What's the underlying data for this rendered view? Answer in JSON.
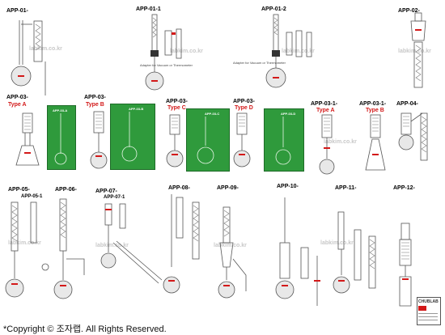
{
  "labels": {
    "app01": "APP-01-",
    "app01_1": "APP-01-1",
    "app01_2": "APP-01-2",
    "app02": "APP-02-",
    "app03a": "APP-03-",
    "app03b": "APP-03-",
    "app03c": "APP-03-",
    "app03d": "APP-03-",
    "app03_1a": "APP-03-1-",
    "app03_1b": "APP-03-1-",
    "app04": "APP-04-",
    "app05": "APP-05-",
    "app05_1": "APP-05-1",
    "app06": "APP-06-",
    "app07": "APP-07-",
    "app07_1": "APP-07-1",
    "app08": "APP-08-",
    "app09": "APP-09-",
    "app10": "APP-10-",
    "app11": "APP-11-",
    "app12": "APP-12-"
  },
  "types": {
    "a": "Type A",
    "b": "Type B",
    "c": "Type C",
    "d": "Type D"
  },
  "photo_labels": {
    "a": "APP-03-A",
    "b": "APP-03-B",
    "c": "APP-03-C",
    "d": "APP-03-D"
  },
  "notes": {
    "adapter": "Adapter for Vacuum or Thermometer"
  },
  "watermark": "labkim.co.kr",
  "footer": "*Copyright © 조자랩.    All Rights Reserved.",
  "logo": "CHUBLAB",
  "colors": {
    "accent_red": "#d31919",
    "photo_green": "#2f9a3c"
  }
}
